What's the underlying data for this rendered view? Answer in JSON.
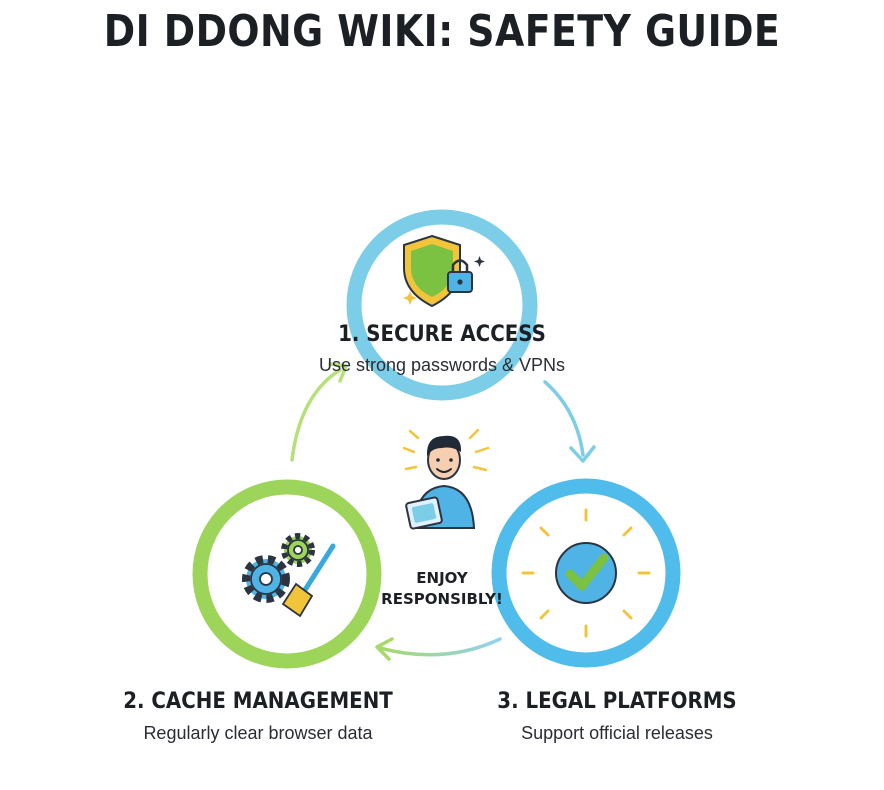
{
  "title": "DI DDONG WIKI: SAFETY GUIDE",
  "colors": {
    "blue": "#7ccde8",
    "blue_dark": "#3aa8e0",
    "green": "#9dd45a",
    "shield_yellow": "#f2c43a",
    "shield_green": "#7cc242"
  },
  "steps": [
    {
      "title": "1. SECURE ACCESS",
      "desc": "Use strong passwords & VPNs",
      "icon": "shield-lock-icon"
    },
    {
      "title": "2. CACHE MANAGEMENT",
      "desc": "Regularly clear browser data",
      "icon": "gears-broom-icon"
    },
    {
      "title": "3. LEGAL PLATFORMS",
      "desc": "Support official releases",
      "icon": "checkmark-badge-icon"
    }
  ],
  "center": {
    "line1": "ENJOY",
    "line2": "RESPONSIBLY!",
    "icon": "person-tablet-icon"
  }
}
